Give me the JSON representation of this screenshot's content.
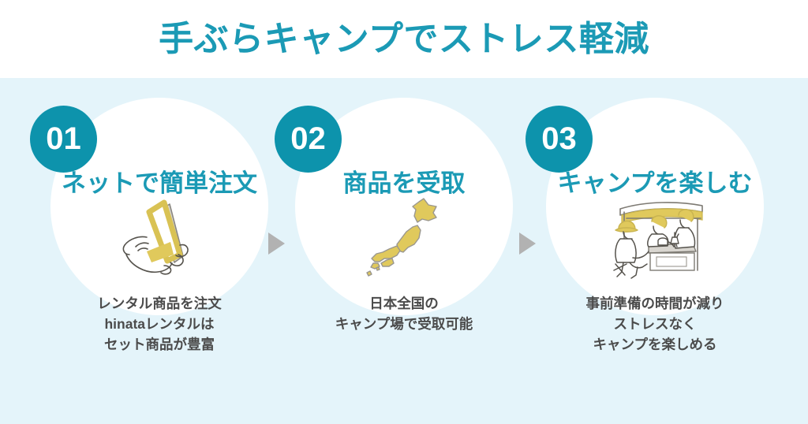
{
  "headline": "手ぶらキャンプでストレス軽減",
  "colors": {
    "accent_teal": "#1b9ab5",
    "badge_teal": "#0d93ac",
    "background_blue": "#e4f4fa",
    "circle_white": "#ffffff",
    "text_gray": "#4b4b4b",
    "arrow_gray": "#b2b2b2",
    "icon_yellow": "#e0c95c"
  },
  "steps": [
    {
      "number": "01",
      "title": "ネットで簡単注文",
      "icon": "hand-holding-smartphone-icon",
      "description_lines": [
        "レンタル商品を注文",
        "hinataレンタルは",
        "セット商品が豊富"
      ]
    },
    {
      "number": "02",
      "title": "商品を受取",
      "icon": "japan-map-icon",
      "description_lines": [
        "日本全国の",
        "キャンプ場で受取可能"
      ]
    },
    {
      "number": "03",
      "title": "キャンプを楽しむ",
      "icon": "camping-tarp-people-icon",
      "description_lines": [
        "事前準備の時間が減り",
        "ストレスなく",
        "キャンプを楽しめる"
      ]
    }
  ],
  "connectors": [
    {
      "name": "arrow-step1-to-step2",
      "glyph": "triangle-right-icon"
    },
    {
      "name": "arrow-step2-to-step3",
      "glyph": "triangle-right-icon"
    }
  ]
}
